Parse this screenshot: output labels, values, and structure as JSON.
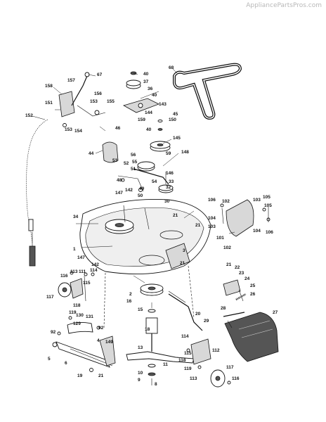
{
  "watermark": "AppliancePartsPros.com",
  "parts": [
    {
      "id": "p68",
      "label": "68"
    },
    {
      "id": "p67",
      "label": "67"
    },
    {
      "id": "p157",
      "label": "157"
    },
    {
      "id": "p158",
      "label": "158"
    },
    {
      "id": "p40a",
      "label": "40"
    },
    {
      "id": "p37",
      "label": "37"
    },
    {
      "id": "p36",
      "label": "36"
    },
    {
      "id": "p40b",
      "label": "40"
    },
    {
      "id": "p156",
      "label": "156"
    },
    {
      "id": "p151",
      "label": "151"
    },
    {
      "id": "p153a",
      "label": "153"
    },
    {
      "id": "p155",
      "label": "155"
    },
    {
      "id": "p152",
      "label": "152"
    },
    {
      "id": "p143",
      "label": "143"
    },
    {
      "id": "p144",
      "label": "144"
    },
    {
      "id": "p45",
      "label": "45"
    },
    {
      "id": "p150",
      "label": "150"
    },
    {
      "id": "p153b",
      "label": "153"
    },
    {
      "id": "p154",
      "label": "154"
    },
    {
      "id": "p159",
      "label": "159"
    },
    {
      "id": "p40c",
      "label": "40"
    },
    {
      "id": "p46",
      "label": "46"
    },
    {
      "id": "p145",
      "label": "145"
    },
    {
      "id": "p44",
      "label": "44"
    },
    {
      "id": "p148",
      "label": "148"
    },
    {
      "id": "p56",
      "label": "56"
    },
    {
      "id": "p59",
      "label": "59"
    },
    {
      "id": "p53",
      "label": "53"
    },
    {
      "id": "p52",
      "label": "52"
    },
    {
      "id": "p55",
      "label": "55"
    },
    {
      "id": "p51",
      "label": "51"
    },
    {
      "id": "p146",
      "label": "146"
    },
    {
      "id": "p48",
      "label": "48"
    },
    {
      "id": "p54",
      "label": "54"
    },
    {
      "id": "p33",
      "label": "33"
    },
    {
      "id": "p32",
      "label": "32"
    },
    {
      "id": "p147a",
      "label": "147"
    },
    {
      "id": "p142a",
      "label": "142"
    },
    {
      "id": "p49",
      "label": "49"
    },
    {
      "id": "p50",
      "label": "50"
    },
    {
      "id": "p30",
      "label": "30"
    },
    {
      "id": "p34",
      "label": "34"
    },
    {
      "id": "p106a",
      "label": "106"
    },
    {
      "id": "p102a",
      "label": "102"
    },
    {
      "id": "p103a",
      "label": "103"
    },
    {
      "id": "p105a",
      "label": "105"
    },
    {
      "id": "p105b",
      "label": "105"
    },
    {
      "id": "p21a",
      "label": "21"
    },
    {
      "id": "p104a",
      "label": "104"
    },
    {
      "id": "p103b",
      "label": "103"
    },
    {
      "id": "p104b",
      "label": "104"
    },
    {
      "id": "p106b",
      "label": "106"
    },
    {
      "id": "p21b",
      "label": "21"
    },
    {
      "id": "p101",
      "label": "101"
    },
    {
      "id": "p102b",
      "label": "102"
    },
    {
      "id": "p1",
      "label": "1"
    },
    {
      "id": "p3",
      "label": "3"
    },
    {
      "id": "p147b",
      "label": "147"
    },
    {
      "id": "p21c",
      "label": "21"
    },
    {
      "id": "p142b",
      "label": "142"
    },
    {
      "id": "p21d",
      "label": "21"
    },
    {
      "id": "p22",
      "label": "22"
    },
    {
      "id": "p23",
      "label": "23"
    },
    {
      "id": "p116a",
      "label": "116"
    },
    {
      "id": "p113a",
      "label": "113"
    },
    {
      "id": "p111",
      "label": "111"
    },
    {
      "id": "p114a",
      "label": "114"
    },
    {
      "id": "p115a",
      "label": "115"
    },
    {
      "id": "p24",
      "label": "24"
    },
    {
      "id": "p25",
      "label": "25"
    },
    {
      "id": "p117a",
      "label": "117"
    },
    {
      "id": "p26",
      "label": "26"
    },
    {
      "id": "p2",
      "label": "2"
    },
    {
      "id": "p118a",
      "label": "118"
    },
    {
      "id": "p119a",
      "label": "119"
    },
    {
      "id": "p16",
      "label": "16"
    },
    {
      "id": "p27",
      "label": "27"
    },
    {
      "id": "p28",
      "label": "28"
    },
    {
      "id": "p15",
      "label": "15"
    },
    {
      "id": "p20",
      "label": "20"
    },
    {
      "id": "p130",
      "label": "130"
    },
    {
      "id": "p131",
      "label": "131"
    },
    {
      "id": "p29",
      "label": "29"
    },
    {
      "id": "p129",
      "label": "129"
    },
    {
      "id": "p92a",
      "label": "92"
    },
    {
      "id": "p92b",
      "label": "92"
    },
    {
      "id": "p18",
      "label": "18"
    },
    {
      "id": "p114b",
      "label": "114"
    },
    {
      "id": "p4",
      "label": "4"
    },
    {
      "id": "p149",
      "label": "149"
    },
    {
      "id": "p13",
      "label": "13"
    },
    {
      "id": "p5",
      "label": "5"
    },
    {
      "id": "p6",
      "label": "6"
    },
    {
      "id": "p112",
      "label": "112"
    },
    {
      "id": "p115b",
      "label": "115"
    },
    {
      "id": "p118b",
      "label": "118"
    },
    {
      "id": "p11",
      "label": "11"
    },
    {
      "id": "p119b",
      "label": "119"
    },
    {
      "id": "p117b",
      "label": "117"
    },
    {
      "id": "p19",
      "label": "19"
    },
    {
      "id": "p21e",
      "label": "21"
    },
    {
      "id": "p10",
      "label": "10"
    },
    {
      "id": "p9",
      "label": "9"
    },
    {
      "id": "p113b",
      "label": "113"
    },
    {
      "id": "p116b",
      "label": "116"
    },
    {
      "id": "p8",
      "label": "8"
    }
  ]
}
